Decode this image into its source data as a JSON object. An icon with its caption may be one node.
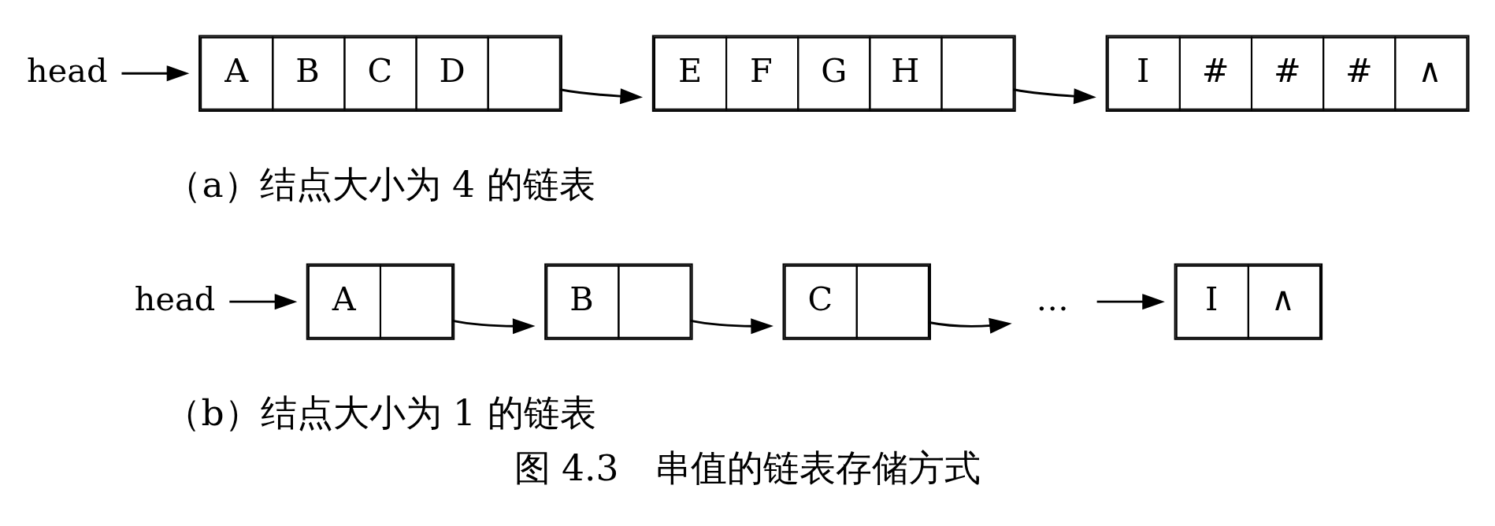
{
  "diagram": {
    "caption": "图 4.3　串值的链表存储方式",
    "nodes": [
      {
        "text": [
          "head"
        ]
      },
      {
        "text": [
          "A",
          "B",
          "C",
          "D"
        ]
      },
      {
        "text": [
          "E",
          "F",
          "G",
          "H"
        ]
      },
      {
        "text": [
          "I",
          "#",
          "#",
          "#",
          "∧"
        ]
      },
      {
        "text": [
          "head"
        ]
      },
      {
        "text": [
          "A"
        ]
      },
      {
        "text": [
          "B"
        ]
      },
      {
        "text": [
          "C"
        ]
      },
      {
        "text": [
          "…"
        ]
      },
      {
        "text": [
          "I",
          "∧"
        ]
      }
    ],
    "edges": [
      {
        "from": 0,
        "to": 1,
        "arrow": "to"
      },
      {
        "from": 1,
        "to": 2,
        "arrow": "to"
      },
      {
        "from": 2,
        "to": 3,
        "arrow": "to"
      },
      {
        "from": 4,
        "to": 5,
        "arrow": "to"
      },
      {
        "from": 5,
        "to": 6,
        "arrow": "to"
      },
      {
        "from": 6,
        "to": 7,
        "arrow": "to"
      },
      {
        "from": 7,
        "to": 8,
        "arrow": "to"
      },
      {
        "from": 8,
        "to": 9,
        "arrow": "to"
      }
    ],
    "labels": [
      "（a）结点大小为 4 的链表",
      "（b）结点大小为 1 的链表"
    ]
  }
}
